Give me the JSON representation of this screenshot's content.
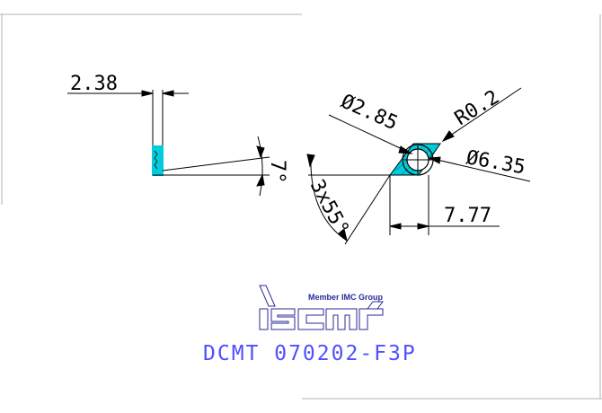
{
  "dimensions": {
    "length_2_38": "2.38",
    "dia_2_85": "Ø2.85",
    "radius_r0_2": "R0.2",
    "dia_6_35": "Ø6.35",
    "length_7_77": "7.77",
    "angle_7": "7°",
    "angle_3x55": "3x55°"
  },
  "logo": {
    "tagline": "Member IMC Group"
  },
  "part_number": "DCMT 070202-F3P",
  "colors": {
    "line": "#000000",
    "cyan_fill": "#00ccdd",
    "logo_blue": "#2a2a9a",
    "part_text": "#5050ff",
    "frame": "#b0b0b0"
  }
}
